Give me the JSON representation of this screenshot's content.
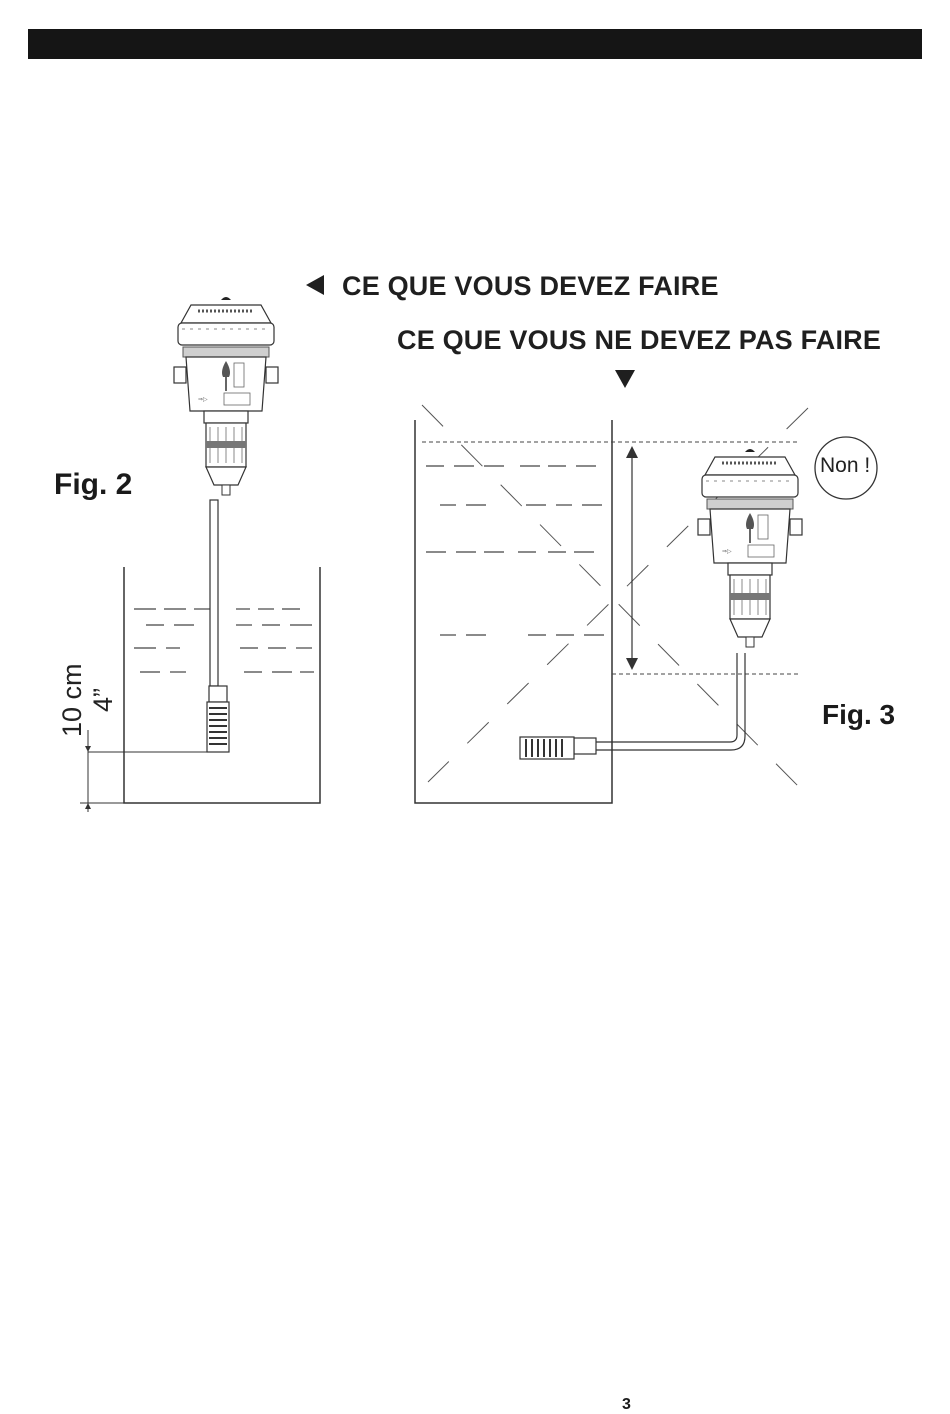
{
  "header_bar": {
    "color": "#151515"
  },
  "headings": {
    "do": "CE QUE VOUS DEVEZ FAIRE",
    "dont": "CE QUE VOUS NE DEVEZ PAS FAIRE"
  },
  "fig2": {
    "label": "Fig. 2",
    "depth_metric": "10 cm",
    "depth_imperial": "4”"
  },
  "fig3": {
    "label": "Fig. 3",
    "warning": "Non !"
  },
  "page_number": "3",
  "icons": [
    "arrow-left-icon",
    "arrow-down-icon"
  ]
}
